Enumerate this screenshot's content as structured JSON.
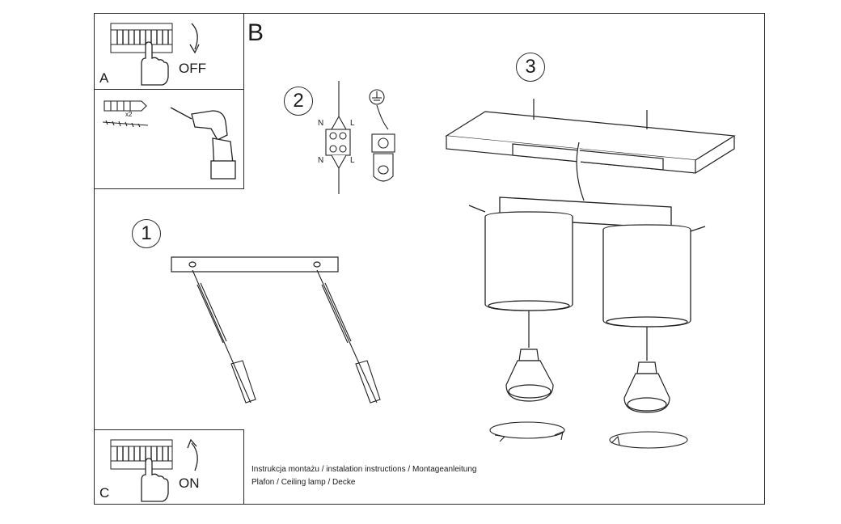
{
  "panels": {
    "a": {
      "letter": "A",
      "switch_label": "OFF"
    },
    "b": {
      "letter": "B"
    },
    "c": {
      "letter": "C",
      "switch_label": "ON"
    }
  },
  "tools": {
    "quantity": "x2"
  },
  "steps": {
    "one": "1",
    "two": "2",
    "three": "3"
  },
  "wiring": {
    "neutral_top": "N",
    "live_top": "L",
    "neutral_bottom": "N",
    "live_bottom": "L"
  },
  "caption": {
    "line1": "Instrukcja montażu / instalation instructions / Montageanleitung",
    "line2": "Plafon / Ceiling lamp / Decke"
  },
  "icons": [
    "fuse-box-icon",
    "hand-icon",
    "curved-arrow-icon",
    "wall-plug-icon",
    "screw-icon",
    "drill-icon",
    "ground-symbol-icon",
    "terminal-block-icon",
    "mounting-plate-icon",
    "lamp-shade-icon",
    "gu10-bulb-icon",
    "rotate-arrow-icon"
  ]
}
